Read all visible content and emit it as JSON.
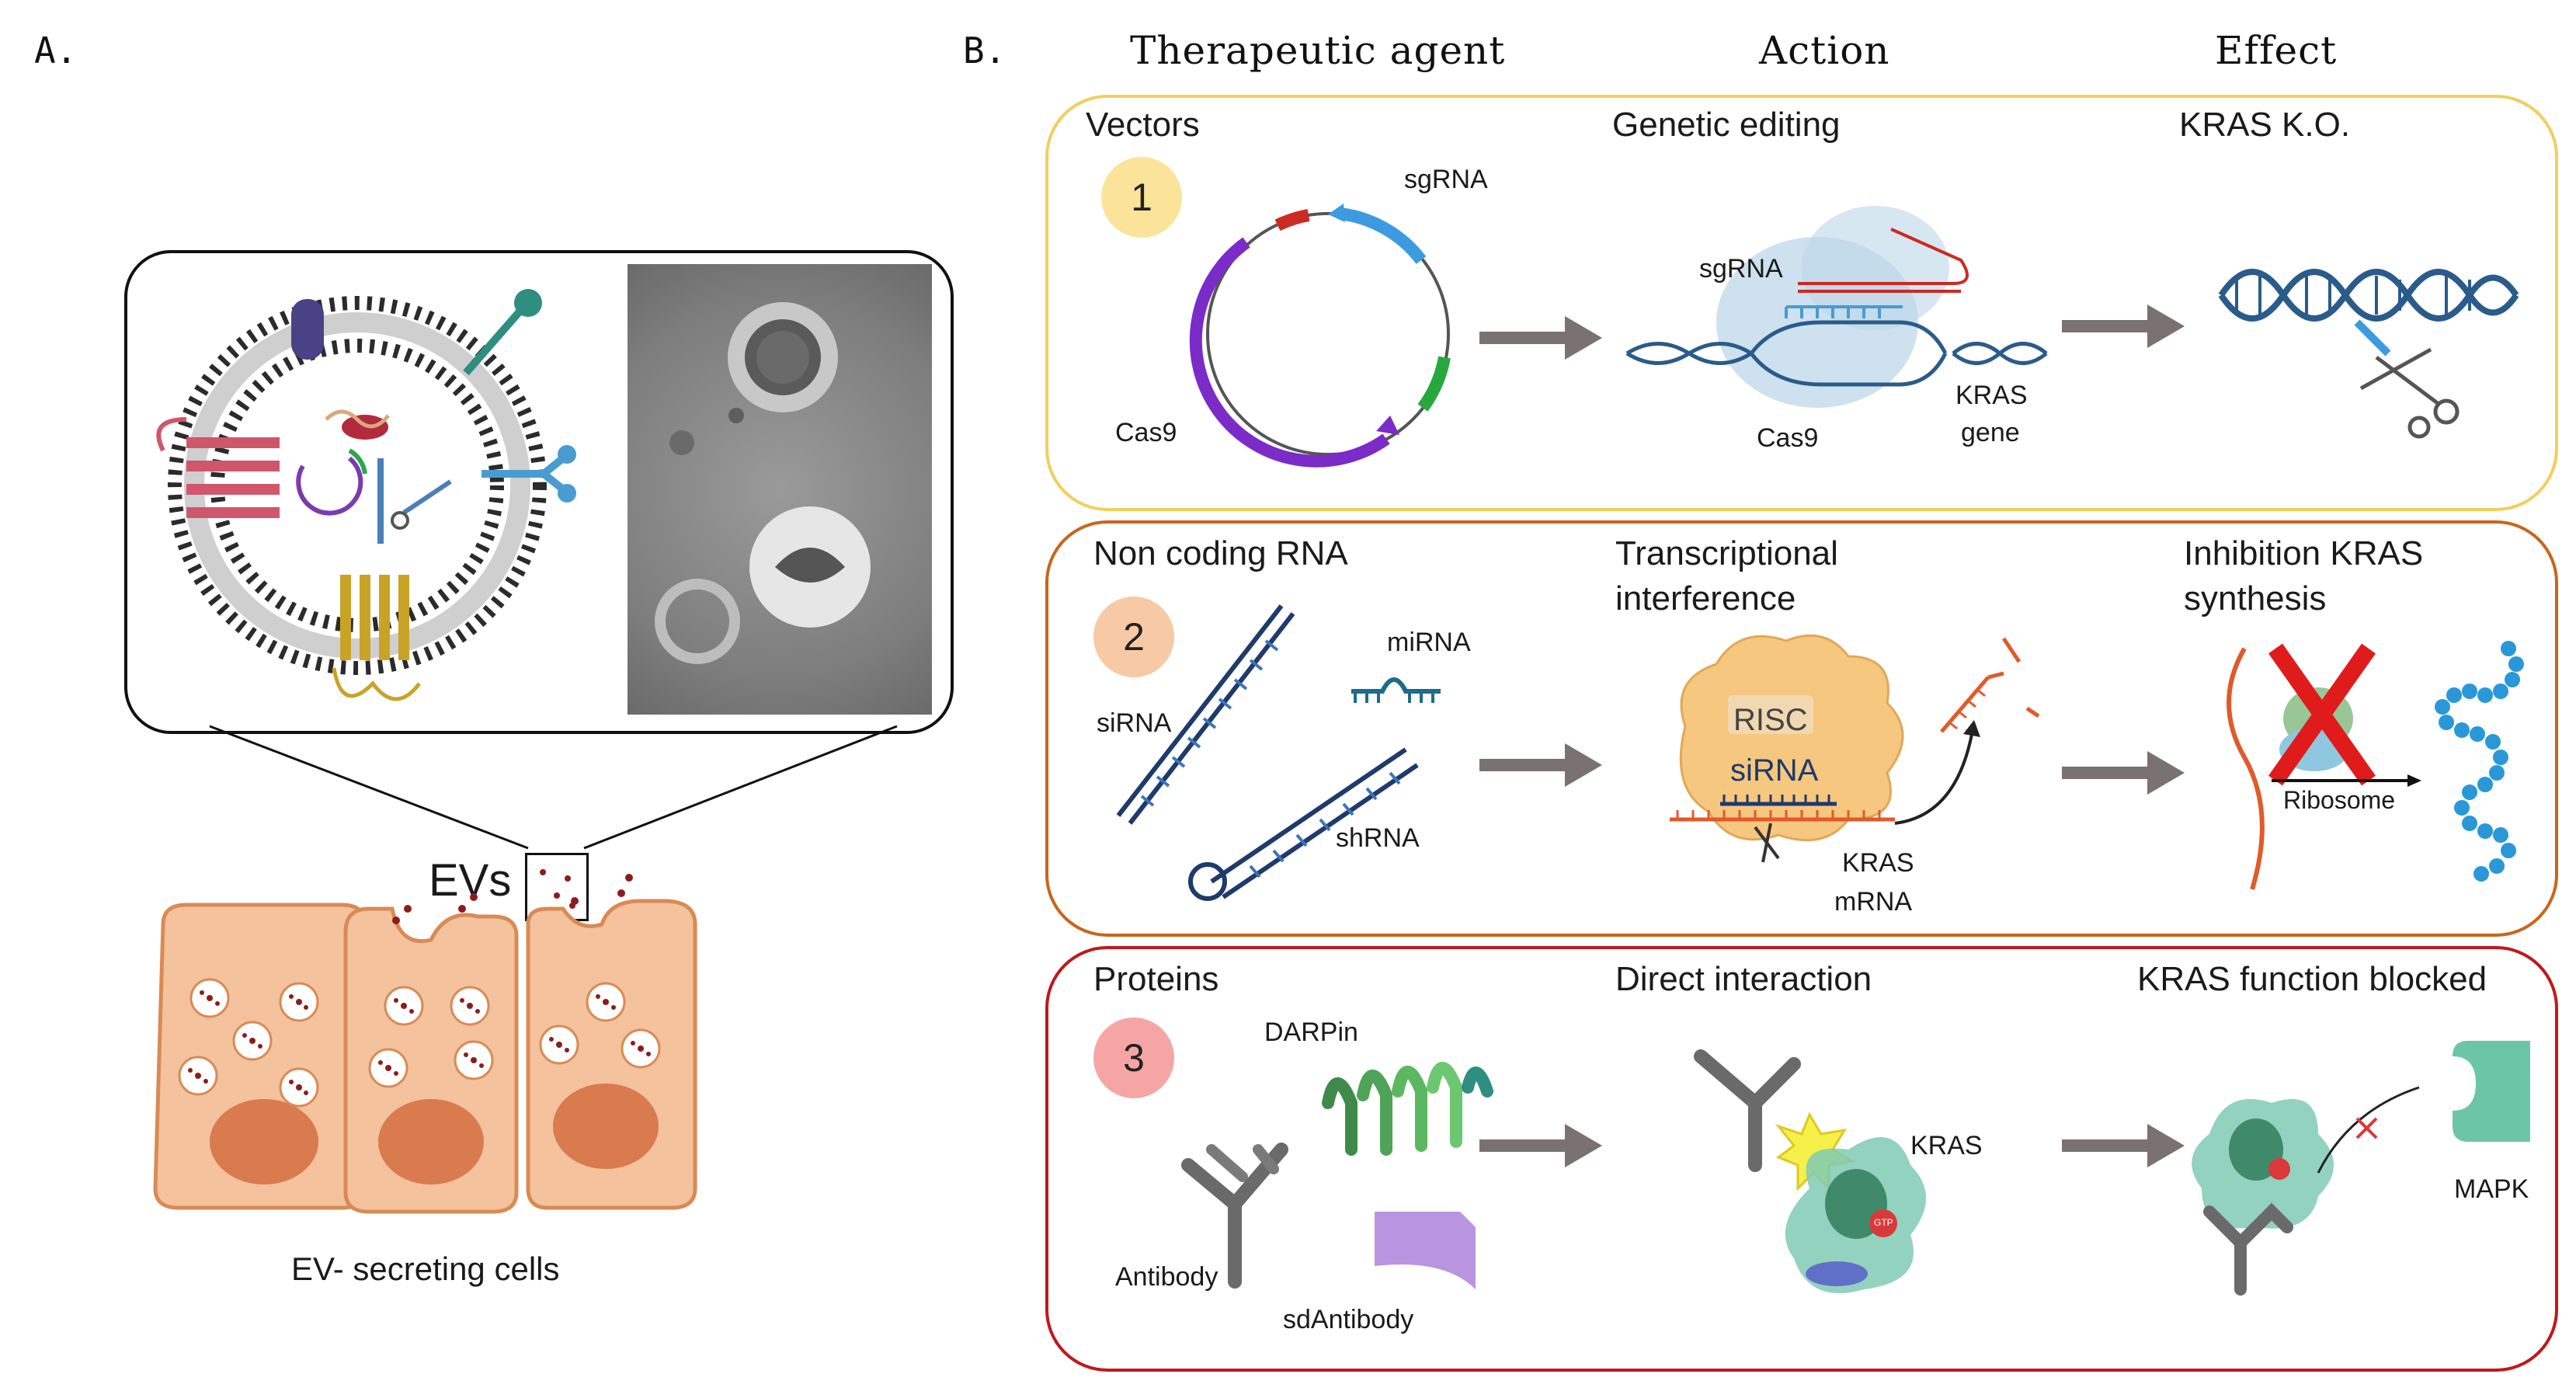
{
  "panel_a": {
    "letter": "A.",
    "evs_label": "EVs",
    "cells_label": "EV- secreting cells"
  },
  "panel_b": {
    "letter": "B.",
    "headers": [
      "Therapeutic agent",
      "Action",
      "Effect"
    ],
    "rows": [
      {
        "number": "1",
        "agent": "Vectors",
        "action": "Genetic editing",
        "effect": "KRAS K.O.",
        "labels": {
          "sgrna_a": "sgRNA",
          "cas9_a": "Cas9",
          "sgrna_b": "sgRNA",
          "cas9_b": "Cas9",
          "kras": "KRAS",
          "gene": "gene"
        },
        "border_color": "#f2cf5b",
        "circle_color": "#fbe49a"
      },
      {
        "number": "2",
        "agent": "Non coding RNA",
        "action_line1": "Transcriptional",
        "action_line2": "interference",
        "effect_line1": "Inhibition KRAS",
        "effect_line2": "synthesis",
        "labels": {
          "mirna": "miRNA",
          "sirna": "siRNA",
          "shrna": "shRNA",
          "risc": "RISC",
          "sirna_b": "siRNA",
          "kras": "KRAS",
          "mrna": "mRNA",
          "ribosome": "Ribosome"
        },
        "border_color": "#c9651a",
        "circle_color": "#f7c9a4"
      },
      {
        "number": "3",
        "agent": "Proteins",
        "action": "Direct interaction",
        "effect": "KRAS function blocked",
        "labels": {
          "darpin": "DARPin",
          "antibody": "Antibody",
          "sdantibody": "sdAntibody",
          "kras": "KRAS",
          "gtp": "GTP",
          "mapk": "MAPK"
        },
        "border_color": "#c0181c",
        "circle_color": "#f6a5a5"
      }
    ]
  },
  "colors": {
    "arrow_gray": "#7a7270",
    "cell_fill": "#f4c29c",
    "cell_stroke": "#d98a55",
    "nucleus": "#d97b4f",
    "vesicle_dot": "#8c1c1c",
    "dna_blue": "#2a5b8a"
  }
}
